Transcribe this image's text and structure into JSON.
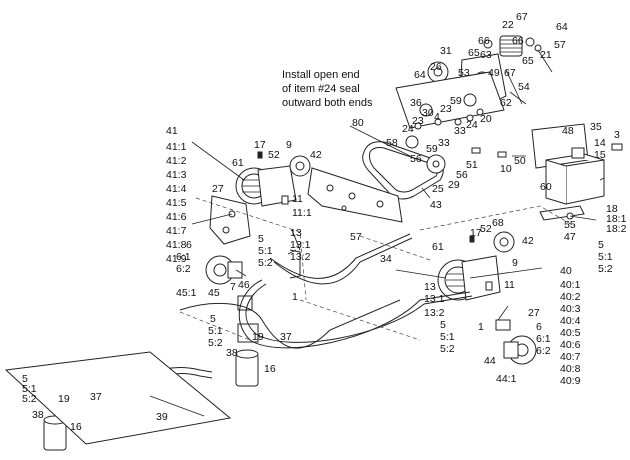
{
  "note": {
    "lines": [
      "Install open end",
      "of item #24 seal",
      "outward both ends"
    ]
  },
  "callouts": [
    {
      "id": "c67a",
      "text": "67"
    },
    {
      "id": "c64a",
      "text": "64"
    },
    {
      "id": "c22",
      "text": "22"
    },
    {
      "id": "c66a",
      "text": "66"
    },
    {
      "id": "c65a",
      "text": "65"
    },
    {
      "id": "c66b",
      "text": "66"
    },
    {
      "id": "c57a",
      "text": "57"
    },
    {
      "id": "c31",
      "text": "31"
    },
    {
      "id": "c63",
      "text": "63"
    },
    {
      "id": "c21",
      "text": "21"
    },
    {
      "id": "c65b",
      "text": "65"
    },
    {
      "id": "c64b",
      "text": "64"
    },
    {
      "id": "c26",
      "text": "26"
    },
    {
      "id": "c53",
      "text": "53"
    },
    {
      "id": "c49",
      "text": "49"
    },
    {
      "id": "c67b",
      "text": "67"
    },
    {
      "id": "c54",
      "text": "54"
    },
    {
      "id": "c36",
      "text": "36"
    },
    {
      "id": "c59",
      "text": "59"
    },
    {
      "id": "c62",
      "text": "62"
    },
    {
      "id": "c80",
      "text": "80"
    },
    {
      "id": "c23a",
      "text": "23"
    },
    {
      "id": "c30",
      "text": "30"
    },
    {
      "id": "c4",
      "text": "4"
    },
    {
      "id": "c23b",
      "text": "23"
    },
    {
      "id": "c24a",
      "text": "24"
    },
    {
      "id": "c20",
      "text": "20"
    },
    {
      "id": "c24b",
      "text": "24"
    },
    {
      "id": "c33a",
      "text": "33"
    },
    {
      "id": "c58",
      "text": "58"
    },
    {
      "id": "c56a",
      "text": "56"
    },
    {
      "id": "c59b",
      "text": "59"
    },
    {
      "id": "c33b",
      "text": "33"
    },
    {
      "id": "c51",
      "text": "51"
    },
    {
      "id": "c25",
      "text": "25"
    },
    {
      "id": "c29",
      "text": "29"
    },
    {
      "id": "c56b",
      "text": "56"
    },
    {
      "id": "c43",
      "text": "43"
    },
    {
      "id": "c10",
      "text": "10"
    },
    {
      "id": "c50",
      "text": "50"
    },
    {
      "id": "c48",
      "text": "48"
    },
    {
      "id": "c35",
      "text": "35"
    },
    {
      "id": "c3",
      "text": "3"
    },
    {
      "id": "c14",
      "text": "14"
    },
    {
      "id": "c15",
      "text": "15"
    },
    {
      "id": "c60",
      "text": "60"
    },
    {
      "id": "c18",
      "text": "18"
    },
    {
      "id": "c18_1",
      "text": "18:1"
    },
    {
      "id": "c18_2",
      "text": "18:2"
    },
    {
      "id": "c55",
      "text": "55"
    },
    {
      "id": "c47",
      "text": "47"
    },
    {
      "id": "c41",
      "text": "41"
    },
    {
      "id": "c41_1",
      "text": "41:1"
    },
    {
      "id": "c41_2",
      "text": "41:2"
    },
    {
      "id": "c41_3",
      "text": "41:3"
    },
    {
      "id": "c41_4",
      "text": "41:4"
    },
    {
      "id": "c41_5",
      "text": "41:5"
    },
    {
      "id": "c41_6",
      "text": "41:6"
    },
    {
      "id": "c41_7",
      "text": "41:7"
    },
    {
      "id": "c41_8",
      "text": "41:8"
    },
    {
      "id": "c41_9",
      "text": "41:9"
    },
    {
      "id": "c17a",
      "text": "17"
    },
    {
      "id": "c9a",
      "text": "9"
    },
    {
      "id": "c61a",
      "text": "61"
    },
    {
      "id": "c52a",
      "text": "52"
    },
    {
      "id": "c42a",
      "text": "42"
    },
    {
      "id": "c27a",
      "text": "27"
    },
    {
      "id": "c11a",
      "text": "11"
    },
    {
      "id": "c11_1",
      "text": "11:1"
    },
    {
      "id": "c5a",
      "text": "5"
    },
    {
      "id": "c5_1a",
      "text": "5:1"
    },
    {
      "id": "c5_2a",
      "text": "5:2"
    },
    {
      "id": "c13a",
      "text": "13"
    },
    {
      "id": "c13_1a",
      "text": "13:1"
    },
    {
      "id": "c13_2a",
      "text": "13:2"
    },
    {
      "id": "c57b",
      "text": "57"
    },
    {
      "id": "c6a",
      "text": "6"
    },
    {
      "id": "c6_1a",
      "text": "6:1"
    },
    {
      "id": "c6_2a",
      "text": "6:2"
    },
    {
      "id": "c34",
      "text": "34"
    },
    {
      "id": "c45_1",
      "text": "45:1"
    },
    {
      "id": "c45",
      "text": "45"
    },
    {
      "id": "c7",
      "text": "7"
    },
    {
      "id": "c46",
      "text": "46"
    },
    {
      "id": "c1a",
      "text": "1"
    },
    {
      "id": "c17b",
      "text": "17"
    },
    {
      "id": "c52b",
      "text": "52"
    },
    {
      "id": "c68",
      "text": "68"
    },
    {
      "id": "c42b",
      "text": "42"
    },
    {
      "id": "c9b",
      "text": "9"
    },
    {
      "id": "c61b",
      "text": "61"
    },
    {
      "id": "c5b",
      "text": "5"
    },
    {
      "id": "c5_1b",
      "text": "5:1"
    },
    {
      "id": "c5_2b",
      "text": "5:2"
    },
    {
      "id": "c40",
      "text": "40"
    },
    {
      "id": "c40_1",
      "text": "40:1"
    },
    {
      "id": "c40_2",
      "text": "40:2"
    },
    {
      "id": "c40_3",
      "text": "40:3"
    },
    {
      "id": "c40_4",
      "text": "40:4"
    },
    {
      "id": "c40_5",
      "text": "40:5"
    },
    {
      "id": "c40_6",
      "text": "40:6"
    },
    {
      "id": "c40_7",
      "text": "40:7"
    },
    {
      "id": "c40_8",
      "text": "40:8"
    },
    {
      "id": "c40_9",
      "text": "40:9"
    },
    {
      "id": "c11b",
      "text": "11"
    },
    {
      "id": "c13b",
      "text": "13"
    },
    {
      "id": "c13_1b",
      "text": "13:1"
    },
    {
      "id": "c13_2b",
      "text": "13:2"
    },
    {
      "id": "c27b",
      "text": "27"
    },
    {
      "id": "c6b",
      "text": "6"
    },
    {
      "id": "c6_1b",
      "text": "6:1"
    },
    {
      "id": "c6_2b",
      "text": "6:2"
    },
    {
      "id": "c1b",
      "text": "1"
    },
    {
      "id": "c5c",
      "text": "5"
    },
    {
      "id": "c5_1c",
      "text": "5:1"
    },
    {
      "id": "c5_2c",
      "text": "5:2"
    },
    {
      "id": "c44",
      "text": "44"
    },
    {
      "id": "c44_1",
      "text": "44:1"
    },
    {
      "id": "c5d",
      "text": "5"
    },
    {
      "id": "c5_1d",
      "text": "5:1"
    },
    {
      "id": "c5_2d",
      "text": "5:2"
    },
    {
      "id": "c38a",
      "text": "38"
    },
    {
      "id": "c19a",
      "text": "19"
    },
    {
      "id": "c37a",
      "text": "37"
    },
    {
      "id": "c16a",
      "text": "16"
    },
    {
      "id": "c5e",
      "text": "5"
    },
    {
      "id": "c5_1e",
      "text": "5:1"
    },
    {
      "id": "c5_2e",
      "text": "5:2"
    },
    {
      "id": "c19b",
      "text": "19"
    },
    {
      "id": "c37b",
      "text": "37"
    },
    {
      "id": "c38b",
      "text": "38"
    },
    {
      "id": "c16b",
      "text": "16"
    },
    {
      "id": "c39",
      "text": "39"
    }
  ]
}
